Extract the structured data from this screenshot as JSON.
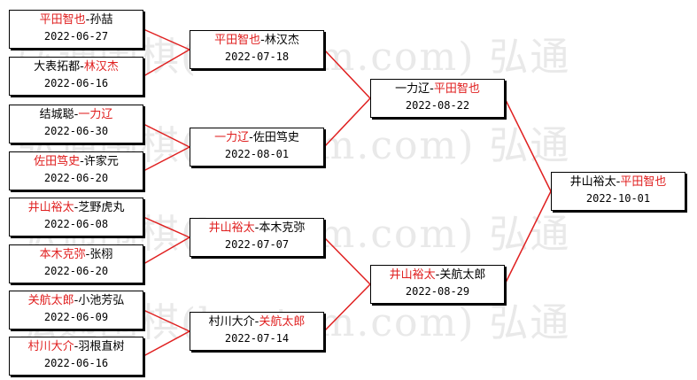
{
  "watermark": {
    "text": "弘通围棋(hootom.com) 弘通"
  },
  "colors": {
    "winner": "#e02020",
    "connector": "#e02020",
    "text": "#000000",
    "border": "#000000"
  },
  "rounds": [
    {
      "name": "round-1",
      "matches": [
        {
          "p1": "平田智也",
          "p2": "孙喆",
          "winner": 1,
          "date": "2022-06-27"
        },
        {
          "p1": "大表拓都",
          "p2": "林汉杰",
          "winner": 2,
          "date": "2022-06-16"
        },
        {
          "p1": "结城聪",
          "p2": "一力辽",
          "winner": 2,
          "date": "2022-06-30"
        },
        {
          "p1": "佐田笃史",
          "p2": "许家元",
          "winner": 1,
          "date": "2022-06-20"
        },
        {
          "p1": "井山裕太",
          "p2": "芝野虎丸",
          "winner": 1,
          "date": "2022-06-08"
        },
        {
          "p1": "本木克弥",
          "p2": "张栩",
          "winner": 1,
          "date": "2022-06-20"
        },
        {
          "p1": "关航太郎",
          "p2": "小池芳弘",
          "winner": 1,
          "date": "2022-06-09"
        },
        {
          "p1": "村川大介",
          "p2": "羽根直树",
          "winner": 1,
          "date": "2022-06-16"
        }
      ]
    },
    {
      "name": "round-2",
      "matches": [
        {
          "p1": "平田智也",
          "p2": "林汉杰",
          "winner": 1,
          "date": "2022-07-18"
        },
        {
          "p1": "一力辽",
          "p2": "佐田笃史",
          "winner": 1,
          "date": "2022-08-01"
        },
        {
          "p1": "井山裕太",
          "p2": "本木克弥",
          "winner": 1,
          "date": "2022-07-07"
        },
        {
          "p1": "村川大介",
          "p2": "关航太郎",
          "winner": 2,
          "date": "2022-07-14"
        }
      ]
    },
    {
      "name": "semifinal",
      "matches": [
        {
          "p1": "一力辽",
          "p2": "平田智也",
          "winner": 2,
          "date": "2022-08-22"
        },
        {
          "p1": "井山裕太",
          "p2": "关航太郎",
          "winner": 1,
          "date": "2022-08-29"
        }
      ]
    },
    {
      "name": "final",
      "matches": [
        {
          "p1": "井山裕太",
          "p2": "平田智也",
          "winner": 2,
          "date": "2022-10-01"
        }
      ]
    }
  ]
}
